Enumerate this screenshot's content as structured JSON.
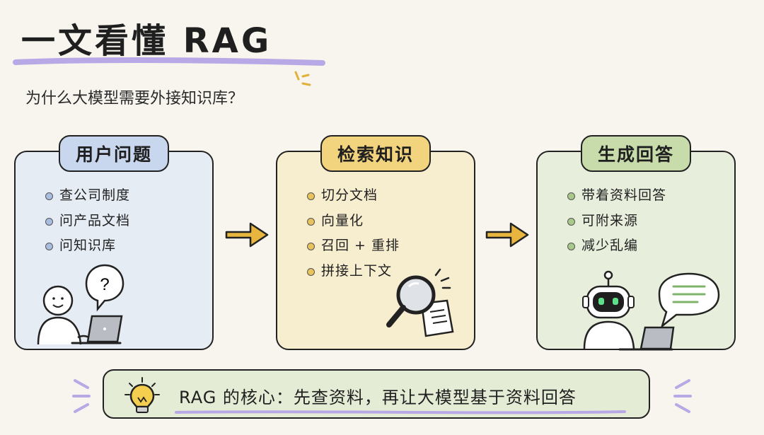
{
  "title": "一文看懂 RAG",
  "subtitle": "为什么大模型需要外接知识库？",
  "cards": [
    {
      "label": "用户问题",
      "items": [
        "查公司制度",
        "问产品文档",
        "问知识库"
      ]
    },
    {
      "label": "检索知识",
      "items": [
        "切分文档",
        "向量化",
        "召回 + 重排",
        "拼接上下文"
      ]
    },
    {
      "label": "生成回答",
      "items": [
        "带着资料回答",
        "可附来源",
        "减少乱编"
      ]
    }
  ],
  "question_mark": "?",
  "summary": "RAG 的核心：先查资料，再让大模型基于资料回答",
  "colors": {
    "background": "#f7f5ee",
    "blue_card": "#e6ecf4",
    "yellow_card": "#f7edcf",
    "green_card": "#e7eedc",
    "arrow": "#e8b53e",
    "underline": "#b9a8e6"
  }
}
